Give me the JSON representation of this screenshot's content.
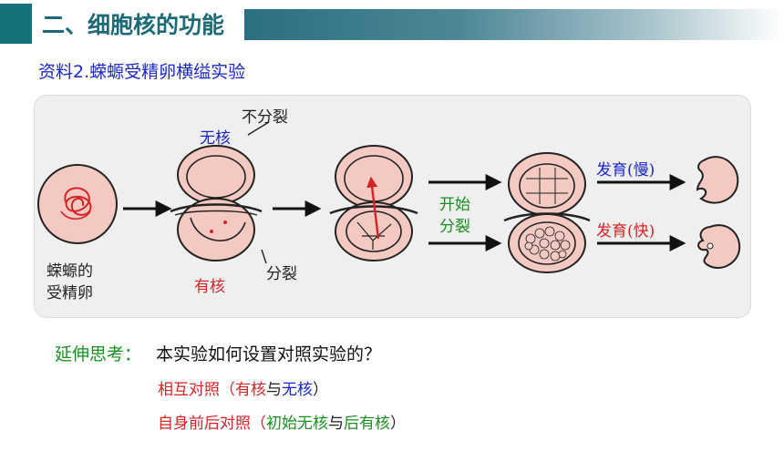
{
  "header": {
    "title": "二、细胞核的功能",
    "subtitle": "资料2.蝾螈受精卵横缢实验"
  },
  "diagram": {
    "egg_label_1": "蝾螈的",
    "egg_label_2": "受精卵",
    "no_nucleus": "无核",
    "not_divided": "不分裂",
    "has_nucleus": "有核",
    "divided": "分裂",
    "start_1": "开始",
    "start_2": "分裂",
    "slow": "发育(慢)",
    "fast": "发育(快)"
  },
  "colors": {
    "theme": "#1c6a76",
    "blue": "#1b27c9",
    "red": "#d42424",
    "green": "#17901f",
    "cell_fill": "#f4c9c2"
  },
  "thinking": {
    "label": "延伸思考：",
    "question": "本实验如何设置对照实验的？",
    "a1_pre": "相互对照（",
    "a1_red1": "有核",
    "a1_mid": "与",
    "a1_blue": "无核",
    "a1_post": "）",
    "a2_pre": "自身前后对照（",
    "a2_g1": "初始无核",
    "a2_mid": "与",
    "a2_g2": "后有核",
    "a2_post": "）"
  }
}
